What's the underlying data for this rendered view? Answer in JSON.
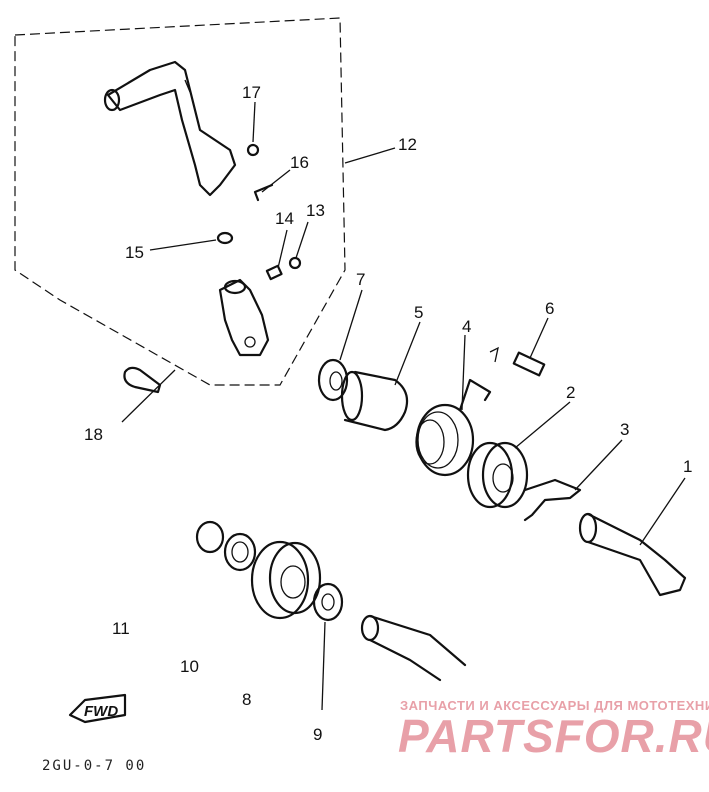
{
  "callouts": {
    "c1": "1",
    "c2": "2",
    "c3": "3",
    "c4": "4",
    "c5": "5",
    "c6": "6",
    "c7": "7",
    "c8": "8",
    "c9": "9",
    "c10": "10",
    "c11": "11",
    "c12": "12",
    "c13": "13",
    "c14": "14",
    "c15": "15",
    "c16": "16",
    "c17": "17",
    "c18": "18"
  },
  "direction_label": "FWD",
  "diagram_code": "2GU-0-7 00",
  "watermark": {
    "tagline": "ЗАПЧАСТИ И АКСЕССУАРЫ ДЛЯ МОТОТЕХНИКИ",
    "brand": "PARTSFOR.RU",
    "color": "#e8a0a8"
  }
}
